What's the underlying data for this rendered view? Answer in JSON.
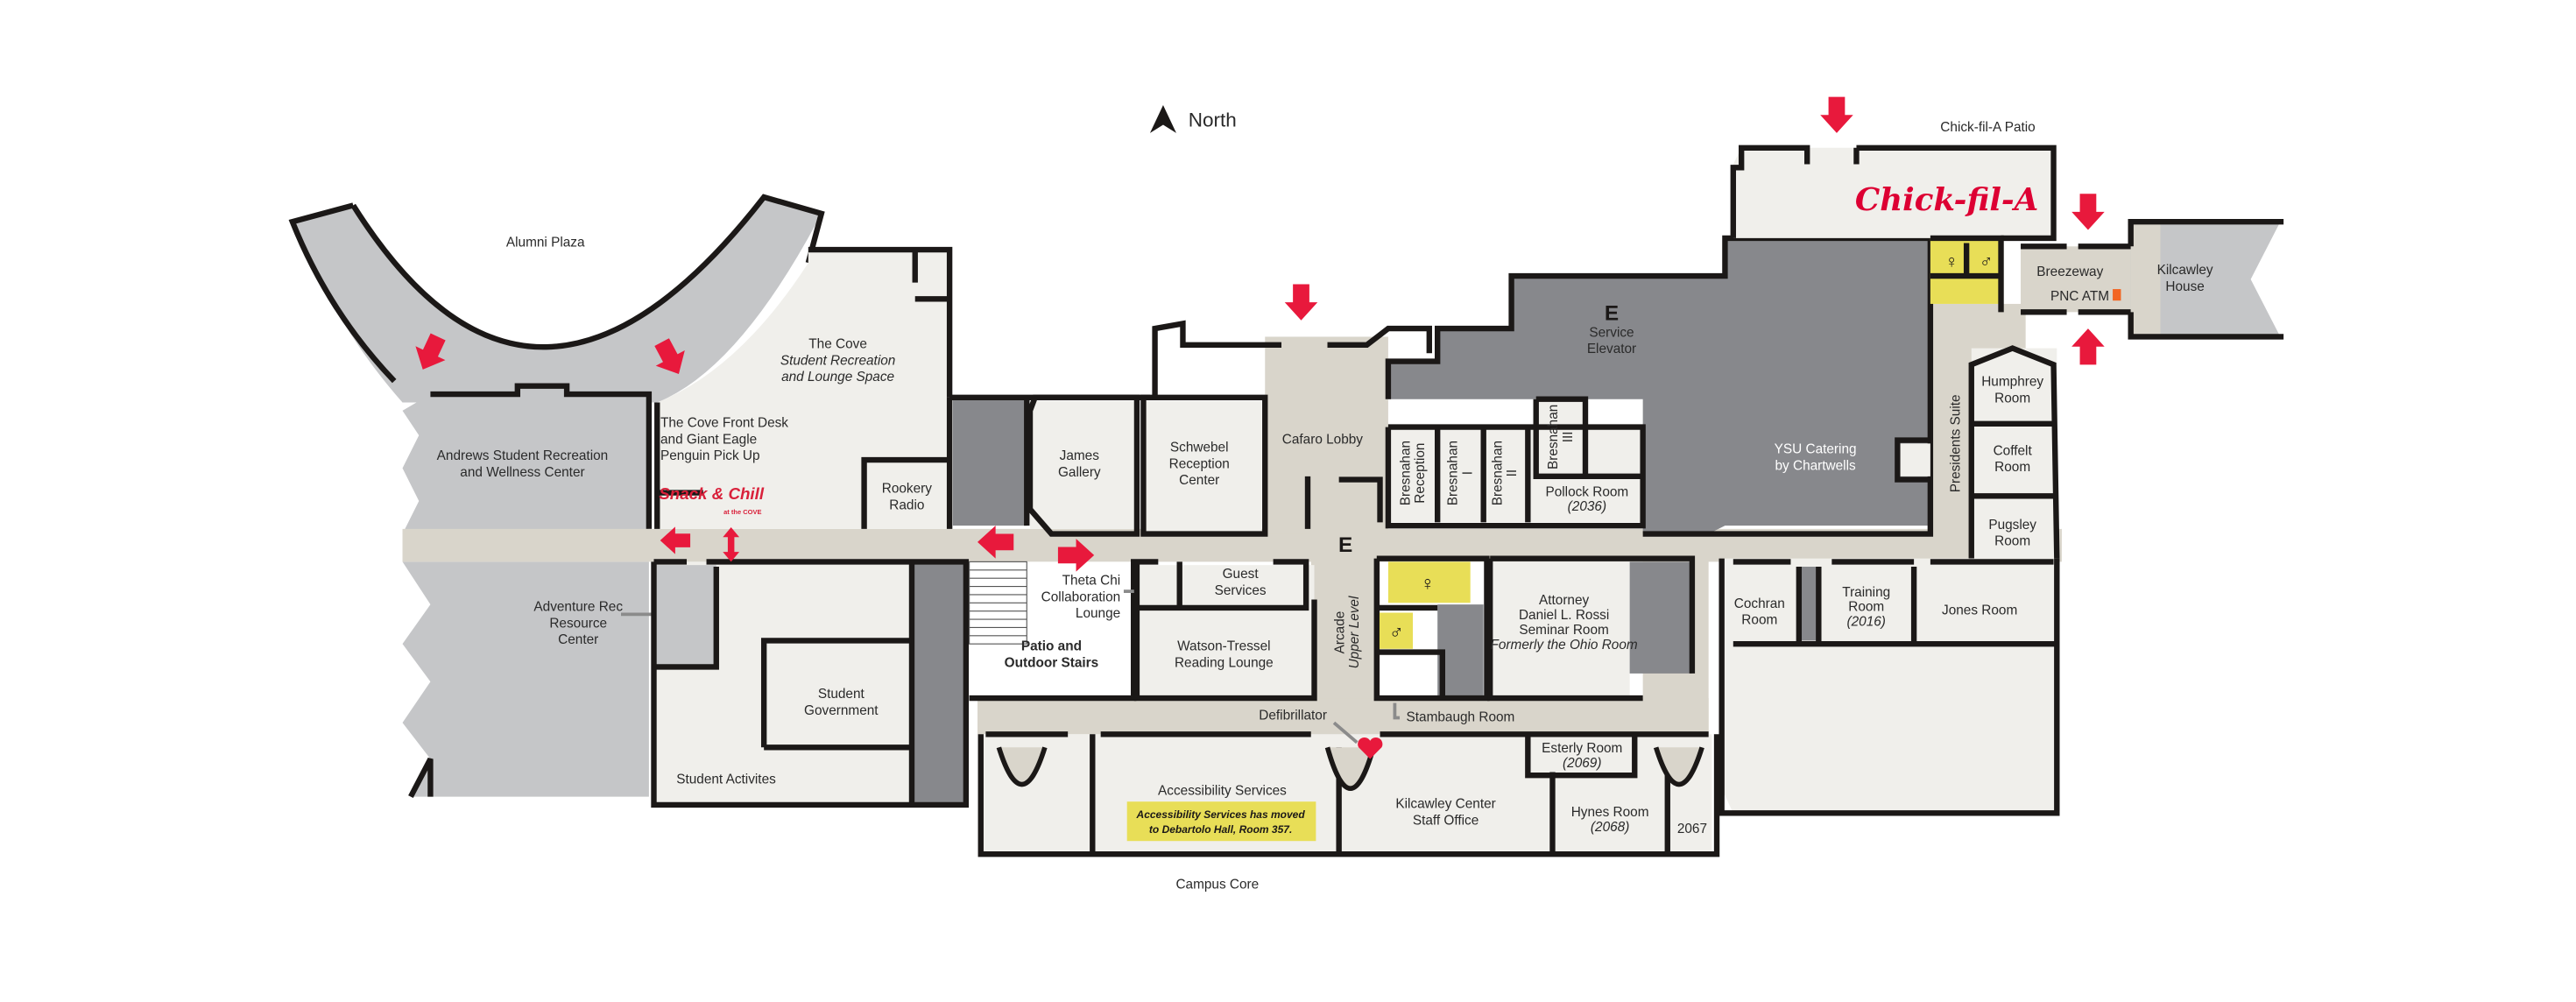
{
  "compass": {
    "label": "North",
    "icon": "north-arrow-icon"
  },
  "outdoor": {
    "alumni_plaza": "Alumni Plaza",
    "campus_core": "Campus Core",
    "chickfila_patio": "Chick-fil-A Patio"
  },
  "rooms": {
    "cove": [
      "The Cove",
      "Student Recreation",
      "and Lounge Space"
    ],
    "cove_desk": [
      "The Cove Front Desk",
      "and Giant Eagle",
      "Penguin Pick Up"
    ],
    "andrews": [
      "Andrews Student Recreation",
      "and Wellness Center"
    ],
    "adventure_rec": [
      "Adventure Rec",
      "Resource",
      "Center"
    ],
    "rookery": [
      "Rookery",
      "Radio"
    ],
    "james": [
      "James",
      "Gallery"
    ],
    "schwebel": [
      "Schwebel",
      "Reception",
      "Center"
    ],
    "cafaro": "Cafaro Lobby",
    "service_elevator": [
      "Service",
      "Elevator"
    ],
    "bres_reception": [
      "Bresnahan",
      "Reception"
    ],
    "bres_1": [
      "Bresnahan",
      "I"
    ],
    "bres_2": [
      "Bresnahan",
      "II"
    ],
    "bres_3": [
      "Bresnahan",
      "III"
    ],
    "pollock": [
      "Pollock Room",
      "(2036)"
    ],
    "catering": [
      "YSU Catering",
      "by Chartwells"
    ],
    "presidents_suite": "Presidents Suite",
    "humphrey": [
      "Humphrey",
      "Room"
    ],
    "coffelt": [
      "Coffelt",
      "Room"
    ],
    "pugsley": [
      "Pugsley",
      "Room"
    ],
    "breezeway": "Breezeway",
    "atm": "PNC ATM",
    "kilcawley_house": [
      "Kilcawley",
      "House"
    ],
    "cochran": [
      "Cochran",
      "Room"
    ],
    "training": [
      "Training",
      "Room",
      "(2016)"
    ],
    "jones": "Jones Room",
    "theta_chi": [
      "Theta Chi",
      "Collaboration",
      "Lounge"
    ],
    "guest_services": [
      "Guest",
      "Services"
    ],
    "watson": [
      "Watson-Tressel",
      "Reading Lounge"
    ],
    "patio": [
      "Patio and",
      "Outdoor Stairs"
    ],
    "student_gov": [
      "Student",
      "Government"
    ],
    "student_act": "Student Activites",
    "arcade": [
      "Arcade",
      "Upper Level"
    ],
    "rossi": [
      "Attorney",
      "Daniel L. Rossi",
      "Seminar Room",
      "Formerly the Ohio Room"
    ],
    "stambaugh": "Stambaugh Room",
    "defib": "Defibrillator",
    "accessibility": "Accessibility Services",
    "access_notice": [
      "Accessibility Services has moved",
      "to Debartolo Hall, Room 357."
    ],
    "staff_office": [
      "Kilcawley Center",
      "Staff Office"
    ],
    "esterly": [
      "Esterly Room",
      "(2069)"
    ],
    "hynes": [
      "Hynes Room",
      "(2068)"
    ],
    "r2067": "2067"
  },
  "elevator_marker": "E",
  "logos": {
    "snack_chill": "Snack & Chill",
    "snack_chill_sub": "at the COVE",
    "chickfila": "Chick-fil-A"
  },
  "colors": {
    "entrance_arrow": "#e8193c",
    "restroom": "#e8de57",
    "corridor": "#d9d5cb",
    "room": "#f0efeb",
    "restricted": "#87888c",
    "outdoor": "#c5c6c8",
    "atm": "#f26522"
  }
}
